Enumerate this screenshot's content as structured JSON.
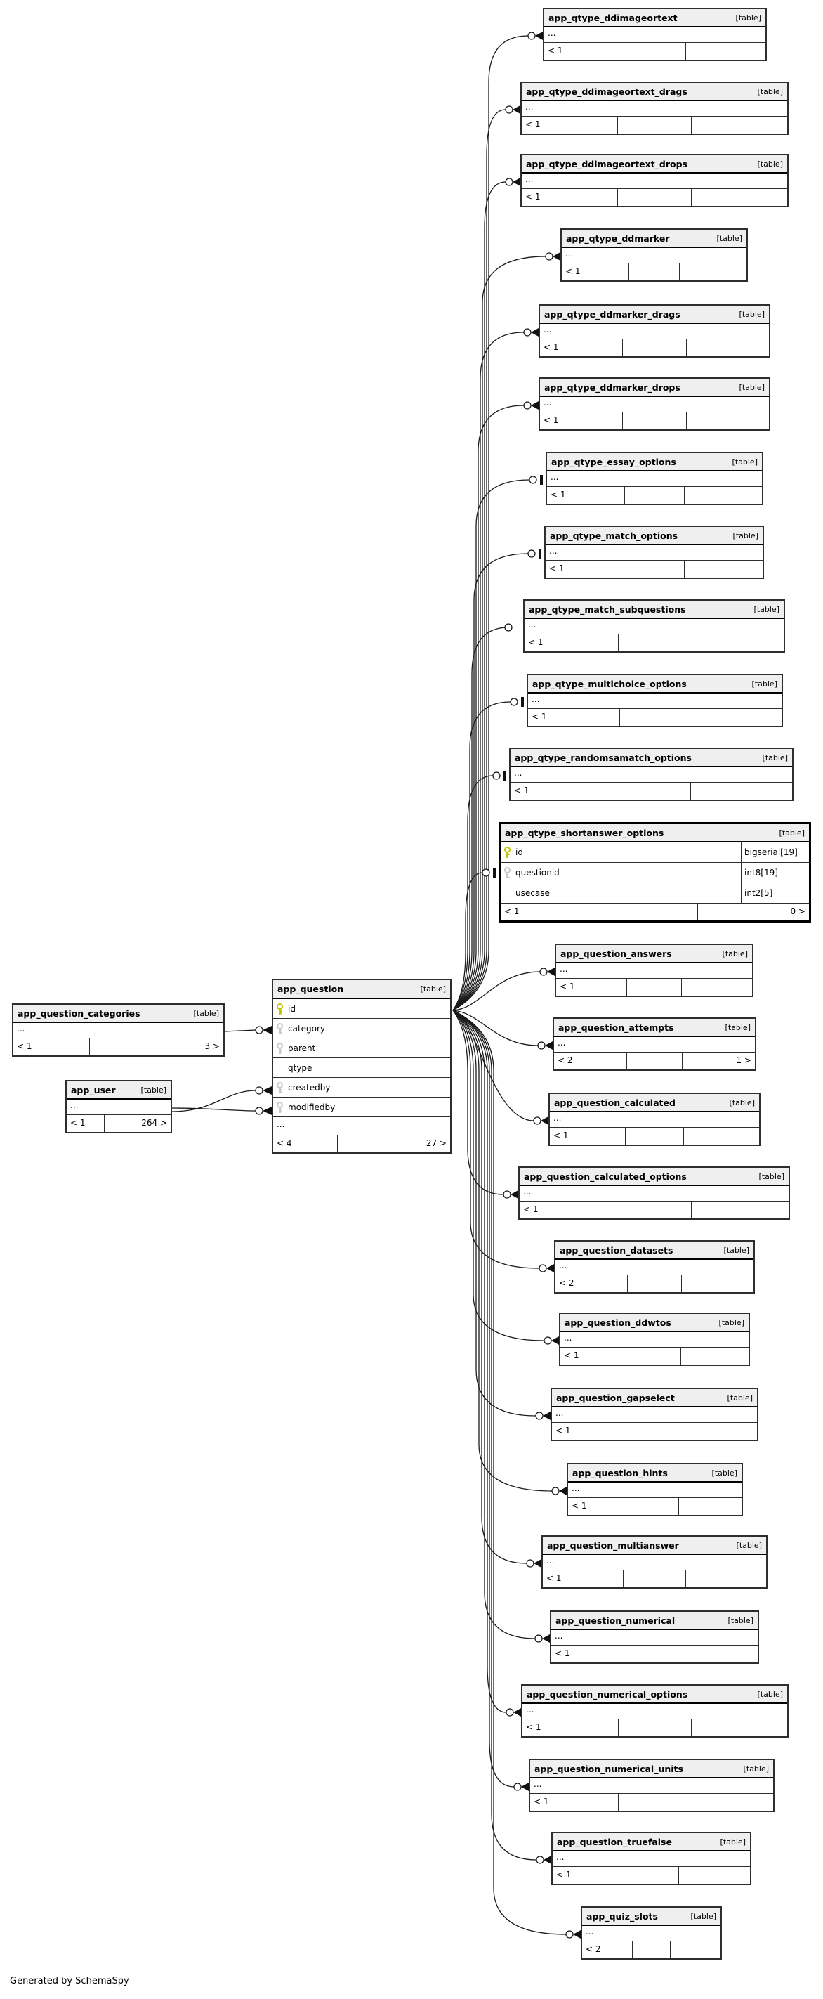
{
  "labels": {
    "table_tag": "[table]",
    "ellipsis": "...",
    "credit": "Generated by SchemaSpy"
  },
  "main_table": {
    "name": "app_question",
    "columns": [
      {
        "name": "id",
        "key": "primary"
      },
      {
        "name": "category",
        "key": "foreign"
      },
      {
        "name": "parent",
        "key": "foreign"
      },
      {
        "name": "qtype",
        "key": "none"
      },
      {
        "name": "createdby",
        "key": "foreign"
      },
      {
        "name": "modifiedby",
        "key": "foreign"
      }
    ],
    "footer_left": "< 4",
    "footer_right": "27 >"
  },
  "left_tables": [
    {
      "name": "app_question_categories",
      "footer_left": "< 1",
      "footer_right": "3 >"
    },
    {
      "name": "app_user",
      "footer_left": "< 1",
      "footer_right": "264 >"
    }
  ],
  "highlight_table": {
    "name": "app_qtype_shortanswer_options",
    "columns": [
      {
        "name": "id",
        "type": "bigserial[19]",
        "key": "primary"
      },
      {
        "name": "questionid",
        "type": "int8[19]",
        "key": "foreign"
      },
      {
        "name": "usecase",
        "type": "int2[5]",
        "key": "none"
      }
    ],
    "footer_left": "< 1",
    "footer_right": "0 >"
  },
  "right_tables": [
    {
      "name": "app_qtype_ddimageortext",
      "footer_left": "< 1",
      "footer_right": ""
    },
    {
      "name": "app_qtype_ddimageortext_drags",
      "footer_left": "< 1",
      "footer_right": ""
    },
    {
      "name": "app_qtype_ddimageortext_drops",
      "footer_left": "< 1",
      "footer_right": ""
    },
    {
      "name": "app_qtype_ddmarker",
      "footer_left": "< 1",
      "footer_right": ""
    },
    {
      "name": "app_qtype_ddmarker_drags",
      "footer_left": "< 1",
      "footer_right": ""
    },
    {
      "name": "app_qtype_ddmarker_drops",
      "footer_left": "< 1",
      "footer_right": ""
    },
    {
      "name": "app_qtype_essay_options",
      "footer_left": "< 1",
      "footer_right": ""
    },
    {
      "name": "app_qtype_match_options",
      "footer_left": "< 1",
      "footer_right": ""
    },
    {
      "name": "app_qtype_match_subquestions",
      "footer_left": "< 1",
      "footer_right": ""
    },
    {
      "name": "app_qtype_multichoice_options",
      "footer_left": "< 1",
      "footer_right": ""
    },
    {
      "name": "app_qtype_randomsamatch_options",
      "footer_left": "< 1",
      "footer_right": ""
    },
    {
      "name": "app_question_answers",
      "footer_left": "< 1",
      "footer_right": ""
    },
    {
      "name": "app_question_attempts",
      "footer_left": "< 2",
      "footer_right": "1 >"
    },
    {
      "name": "app_question_calculated",
      "footer_left": "< 1",
      "footer_right": ""
    },
    {
      "name": "app_question_calculated_options",
      "footer_left": "< 1",
      "footer_right": ""
    },
    {
      "name": "app_question_datasets",
      "footer_left": "< 2",
      "footer_right": ""
    },
    {
      "name": "app_question_ddwtos",
      "footer_left": "< 1",
      "footer_right": ""
    },
    {
      "name": "app_question_gapselect",
      "footer_left": "< 1",
      "footer_right": ""
    },
    {
      "name": "app_question_hints",
      "footer_left": "< 1",
      "footer_right": ""
    },
    {
      "name": "app_question_multianswer",
      "footer_left": "< 1",
      "footer_right": ""
    },
    {
      "name": "app_question_numerical",
      "footer_left": "< 1",
      "footer_right": ""
    },
    {
      "name": "app_question_numerical_options",
      "footer_left": "< 1",
      "footer_right": ""
    },
    {
      "name": "app_question_numerical_units",
      "footer_left": "< 1",
      "footer_right": ""
    },
    {
      "name": "app_question_truefalse",
      "footer_left": "< 1",
      "footer_right": ""
    },
    {
      "name": "app_quiz_slots",
      "footer_left": "< 2",
      "footer_right": ""
    }
  ]
}
